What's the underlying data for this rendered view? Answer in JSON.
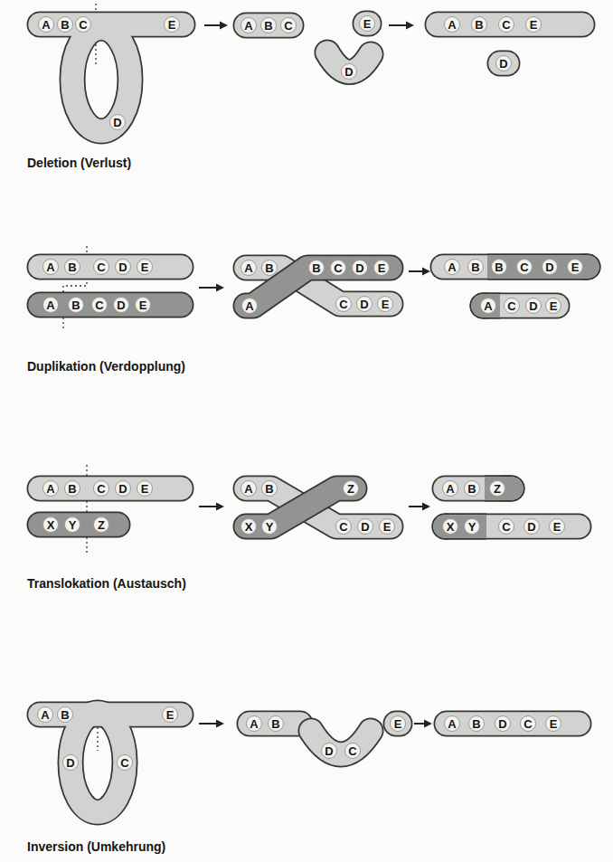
{
  "diagram": {
    "nodes": [
      {
        "text": [
          "A",
          "B",
          "C",
          "D",
          "E"
        ]
      },
      {
        "text": [
          "A",
          "B",
          "C"
        ]
      },
      {
        "text": [
          "E"
        ]
      },
      {
        "text": [
          "D"
        ]
      },
      {
        "text": [
          "A",
          "B",
          "C",
          "E"
        ]
      },
      {
        "text": [
          "D"
        ]
      },
      {
        "text": [
          "A",
          "B",
          "C",
          "D",
          "E"
        ]
      },
      {
        "text": [
          "A",
          "B",
          "C",
          "D",
          "E"
        ]
      },
      {
        "text": [
          "A",
          "B",
          "C",
          "D",
          "E"
        ]
      },
      {
        "text": [
          "A",
          "B",
          "C",
          "D",
          "E"
        ]
      },
      {
        "text": [
          "A",
          "B",
          "B",
          "C",
          "D",
          "E"
        ]
      },
      {
        "text": [
          "A",
          "C",
          "D",
          "E"
        ]
      },
      {
        "text": [
          "A",
          "B",
          "C",
          "D",
          "E"
        ]
      },
      {
        "text": [
          "X",
          "Y",
          "Z"
        ]
      },
      {
        "text": [
          "A",
          "B",
          "C",
          "D",
          "E"
        ]
      },
      {
        "text": [
          "X",
          "Y",
          "Z"
        ]
      },
      {
        "text": [
          "A",
          "B",
          "Z"
        ]
      },
      {
        "text": [
          "X",
          "Y",
          "C",
          "D",
          "E"
        ]
      },
      {
        "text": [
          "A",
          "B",
          "C",
          "D",
          "E"
        ]
      },
      {
        "text": [
          "A",
          "B"
        ]
      },
      {
        "text": [
          "D",
          "C"
        ]
      },
      {
        "text": [
          "E"
        ]
      },
      {
        "text": [
          "A",
          "B",
          "D",
          "C",
          "E"
        ]
      }
    ],
    "labels": [
      "Deletion (Verlust)",
      "Duplikation (Verdopplung)",
      "Translokation (Austausch)",
      "Inversion (Umkehrung)"
    ]
  }
}
